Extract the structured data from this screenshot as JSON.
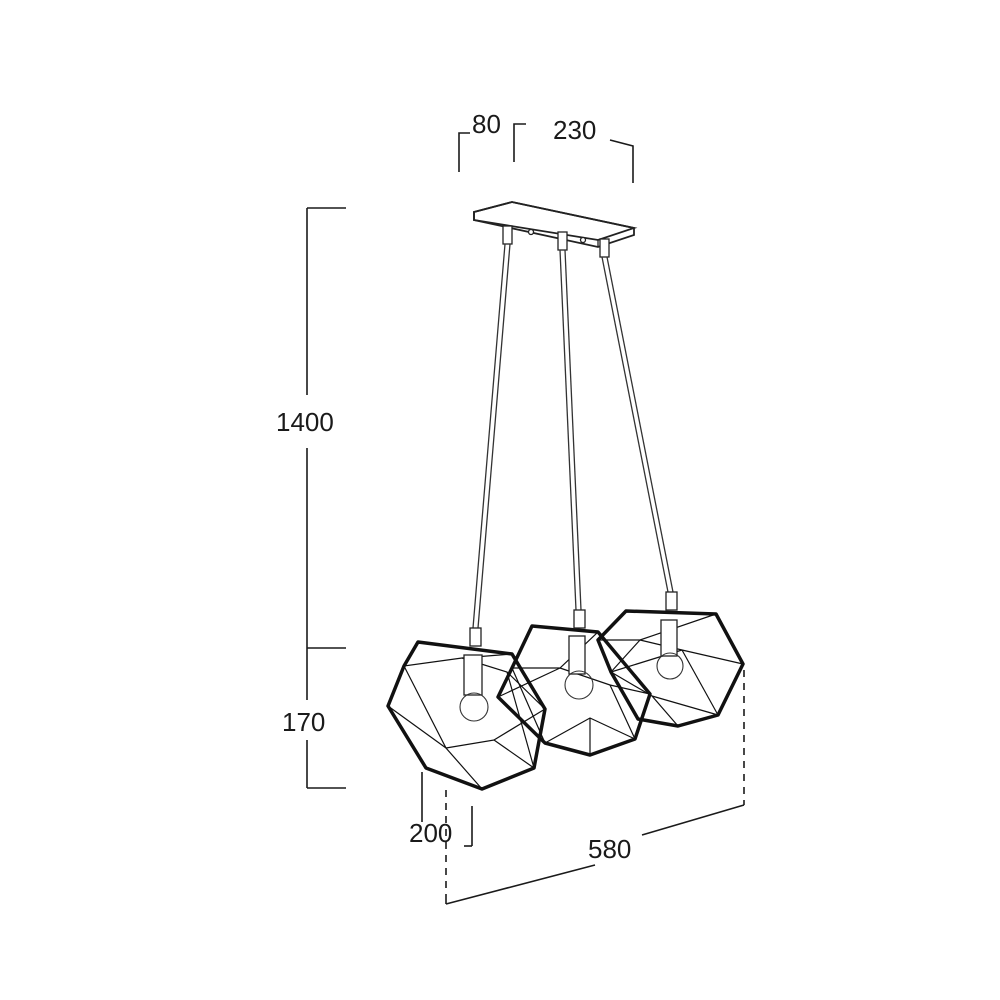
{
  "dimensions": {
    "canopy_depth": "80",
    "canopy_width": "230",
    "cable_height": "1400",
    "shade_height": "170",
    "shade_depth": "200",
    "total_width": "580"
  }
}
